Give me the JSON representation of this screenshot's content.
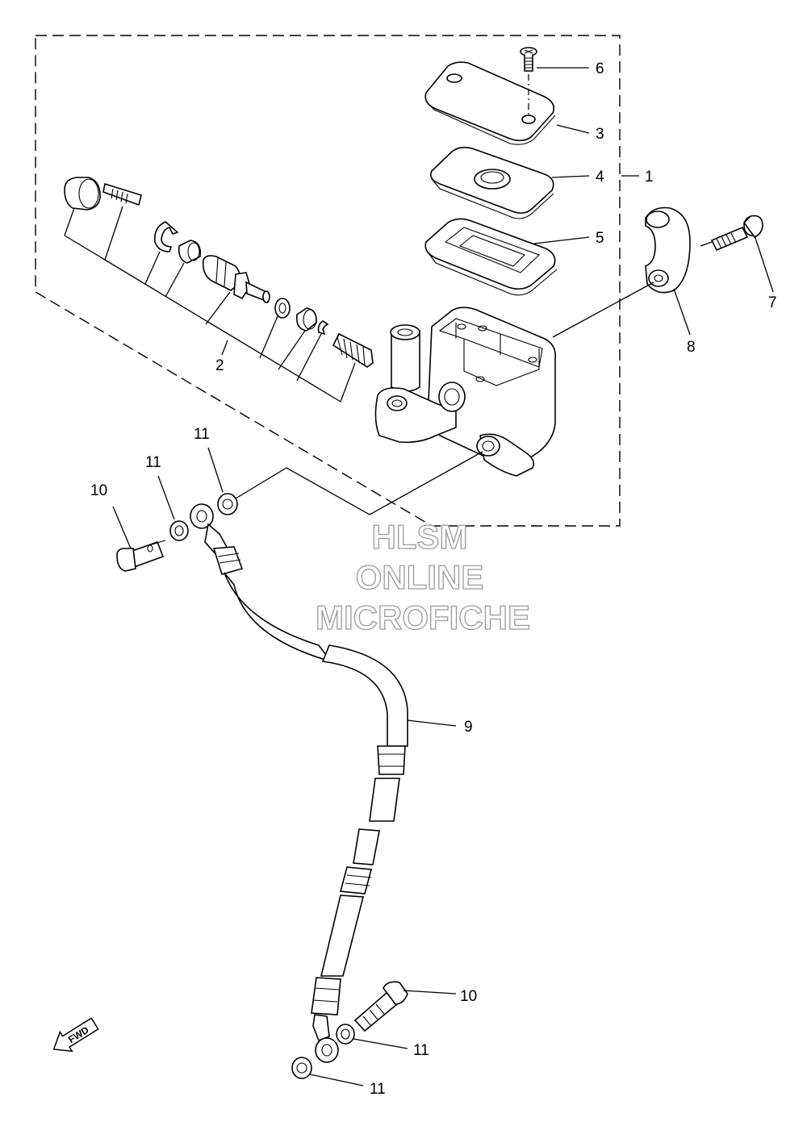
{
  "diagram": {
    "watermark": {
      "line1": "HLSM",
      "line2": "ONLINE",
      "line3": "MICROFICHE"
    },
    "fwd_label": "FWD",
    "callouts": [
      {
        "id": "c1",
        "label": "1"
      },
      {
        "id": "c2",
        "label": "2"
      },
      {
        "id": "c3",
        "label": "3"
      },
      {
        "id": "c4",
        "label": "4"
      },
      {
        "id": "c5",
        "label": "5"
      },
      {
        "id": "c6",
        "label": "6"
      },
      {
        "id": "c7",
        "label": "7"
      },
      {
        "id": "c8",
        "label": "8"
      },
      {
        "id": "c9",
        "label": "9"
      },
      {
        "id": "c10a",
        "label": "10"
      },
      {
        "id": "c10b",
        "label": "10"
      },
      {
        "id": "c11a",
        "label": "11"
      },
      {
        "id": "c11b",
        "label": "11"
      },
      {
        "id": "c11c",
        "label": "11"
      },
      {
        "id": "c11d",
        "label": "11"
      }
    ]
  }
}
